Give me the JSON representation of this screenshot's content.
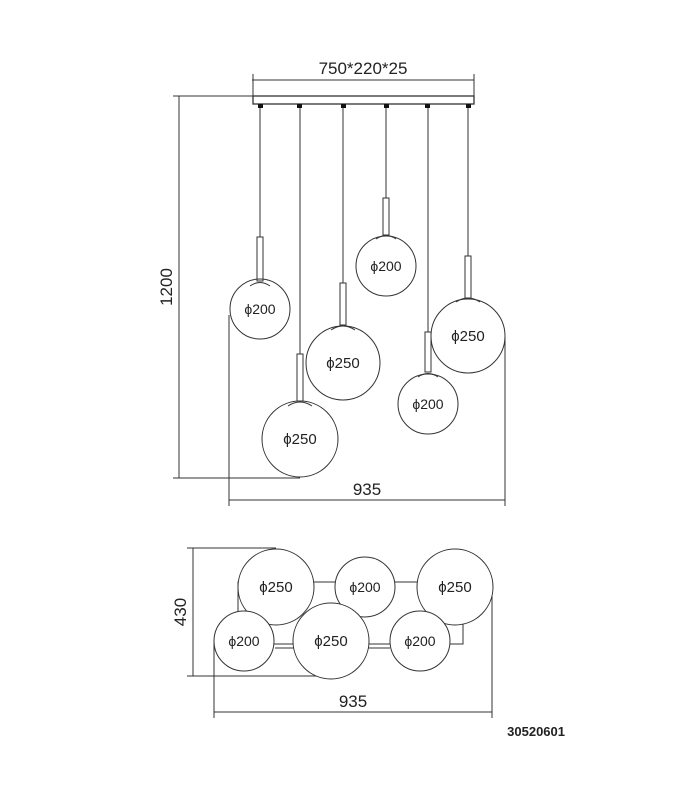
{
  "front_view": {
    "canopy_dimension": "750*220*25",
    "height_dimension": "1200",
    "width_dimension": "935",
    "globes": [
      {
        "label": "ϕ200",
        "size": 200
      },
      {
        "label": "ϕ250",
        "size": 250
      },
      {
        "label": "ϕ250",
        "size": 250
      },
      {
        "label": "ϕ200",
        "size": 200
      },
      {
        "label": "ϕ200",
        "size": 200
      },
      {
        "label": "ϕ250",
        "size": 250
      }
    ]
  },
  "top_view": {
    "depth_dimension": "430",
    "width_dimension": "935",
    "globes": [
      {
        "label": "ϕ250",
        "size": 250
      },
      {
        "label": "ϕ200",
        "size": 200
      },
      {
        "label": "ϕ250",
        "size": 250
      },
      {
        "label": "ϕ200",
        "size": 200
      },
      {
        "label": "ϕ250",
        "size": 250
      },
      {
        "label": "ϕ200",
        "size": 200
      }
    ]
  },
  "model_code": "30520601"
}
